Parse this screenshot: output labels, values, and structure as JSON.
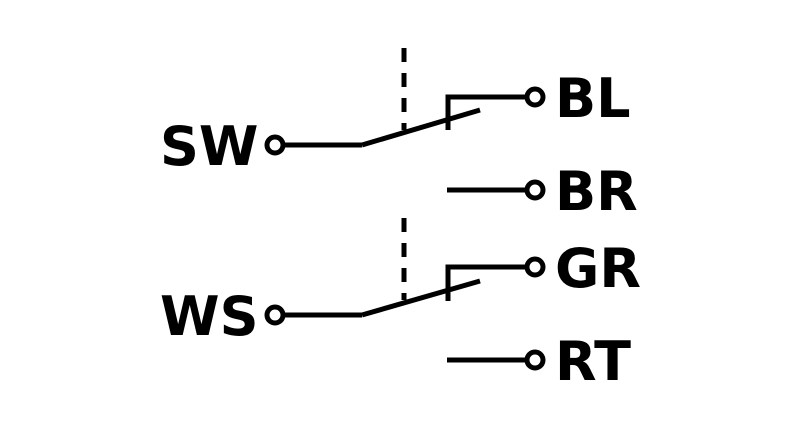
{
  "labels": {
    "sw": "SW",
    "ws": "WS",
    "bl": "BL",
    "br": "BR",
    "gr": "GR",
    "rt": "RT"
  },
  "colors": {
    "line": "#000000",
    "background": "#ffffff"
  }
}
